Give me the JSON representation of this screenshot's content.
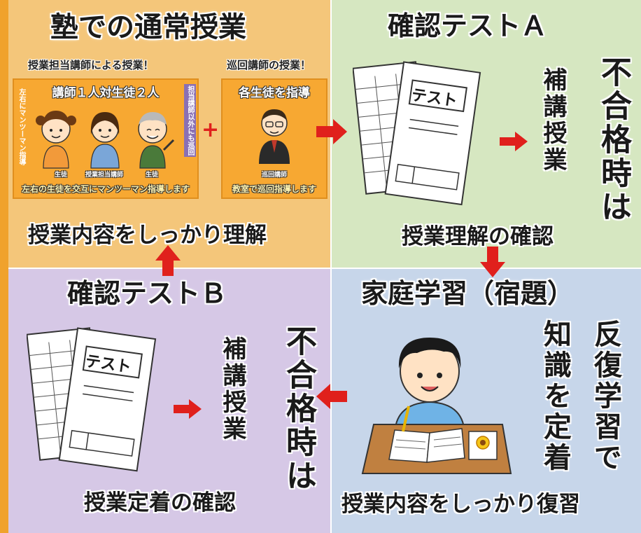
{
  "colors": {
    "quad_top_left": "#f4c67a",
    "quad_top_right": "#d6e7c1",
    "quad_bottom_left": "#d6c8e6",
    "quad_bottom_right": "#c7d6ea",
    "arrow": "#e0201c",
    "accent_bar": "#f0a22c"
  },
  "juku": {
    "title": "塾での通常授業",
    "left_label": "授業担当講師による授業！",
    "right_label": "巡回講師の授業！",
    "left_box": {
      "head": "講師１人対生徒２人",
      "side_left": "マンツーマン指導",
      "side_left_top": "左右に",
      "side_right": "担当講師以外にも巡回",
      "people": [
        "生徒",
        "授業担当講師",
        "生徒"
      ],
      "foot": "左右の生徒を交互にマンツーマン指導します"
    },
    "plus": "+",
    "right_box": {
      "head": "各生徒を指導",
      "person": "巡回講師",
      "foot": "教室で巡回指導します"
    },
    "subtitle": "授業内容をしっかり理解"
  },
  "test_a": {
    "title": "確認テストＡ",
    "doc_label": "テスト",
    "remedial": "補講授業",
    "if_fail": "不合格時は",
    "subtitle": "授業理解の確認"
  },
  "test_b": {
    "title": "確認テストＢ",
    "doc_label": "テスト",
    "remedial": "補講授業",
    "if_fail": "不合格時は",
    "subtitle": "授業定着の確認"
  },
  "home": {
    "title": "家庭学習（宿題）",
    "col1": "反復学習で",
    "col2": "知識を定着",
    "subtitle": "授業内容をしっかり復習"
  }
}
